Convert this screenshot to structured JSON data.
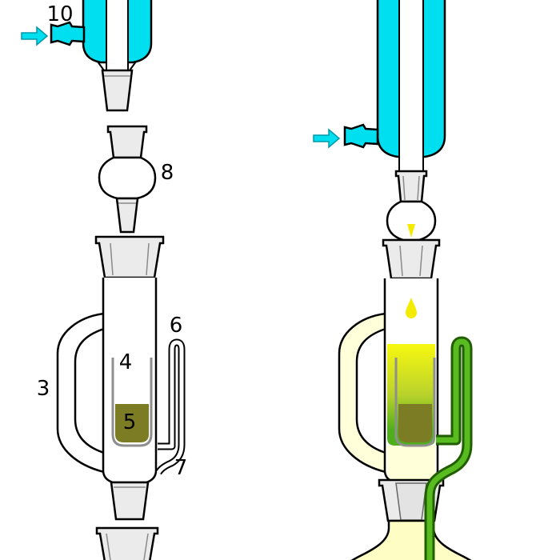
{
  "diagram": {
    "labels": {
      "condenser": "10",
      "adapter": "8",
      "extractor_body": "3",
      "thimble": "4",
      "sample": "5",
      "siphon_top": "6",
      "siphon_exit": "7"
    },
    "colors": {
      "coolant": "#00dfef",
      "coolant_stroke": "#0098a8",
      "glass_stroke": "#000000",
      "joint_fill": "#ebebeb",
      "thimble_stroke": "#8f8f8f",
      "sample_olive": "#7c7c24",
      "solvent_yellow": "#f8f810",
      "gradient_mid": "#b9d22b",
      "extract_green": "#4fae1c",
      "siphon_green": "#58bb20",
      "siphon_green_dark": "#215e00",
      "pale_solvent": "#ffffd9",
      "flask_liquid": "#fdfdc4",
      "drop_yellow": "#f4ec00"
    }
  }
}
